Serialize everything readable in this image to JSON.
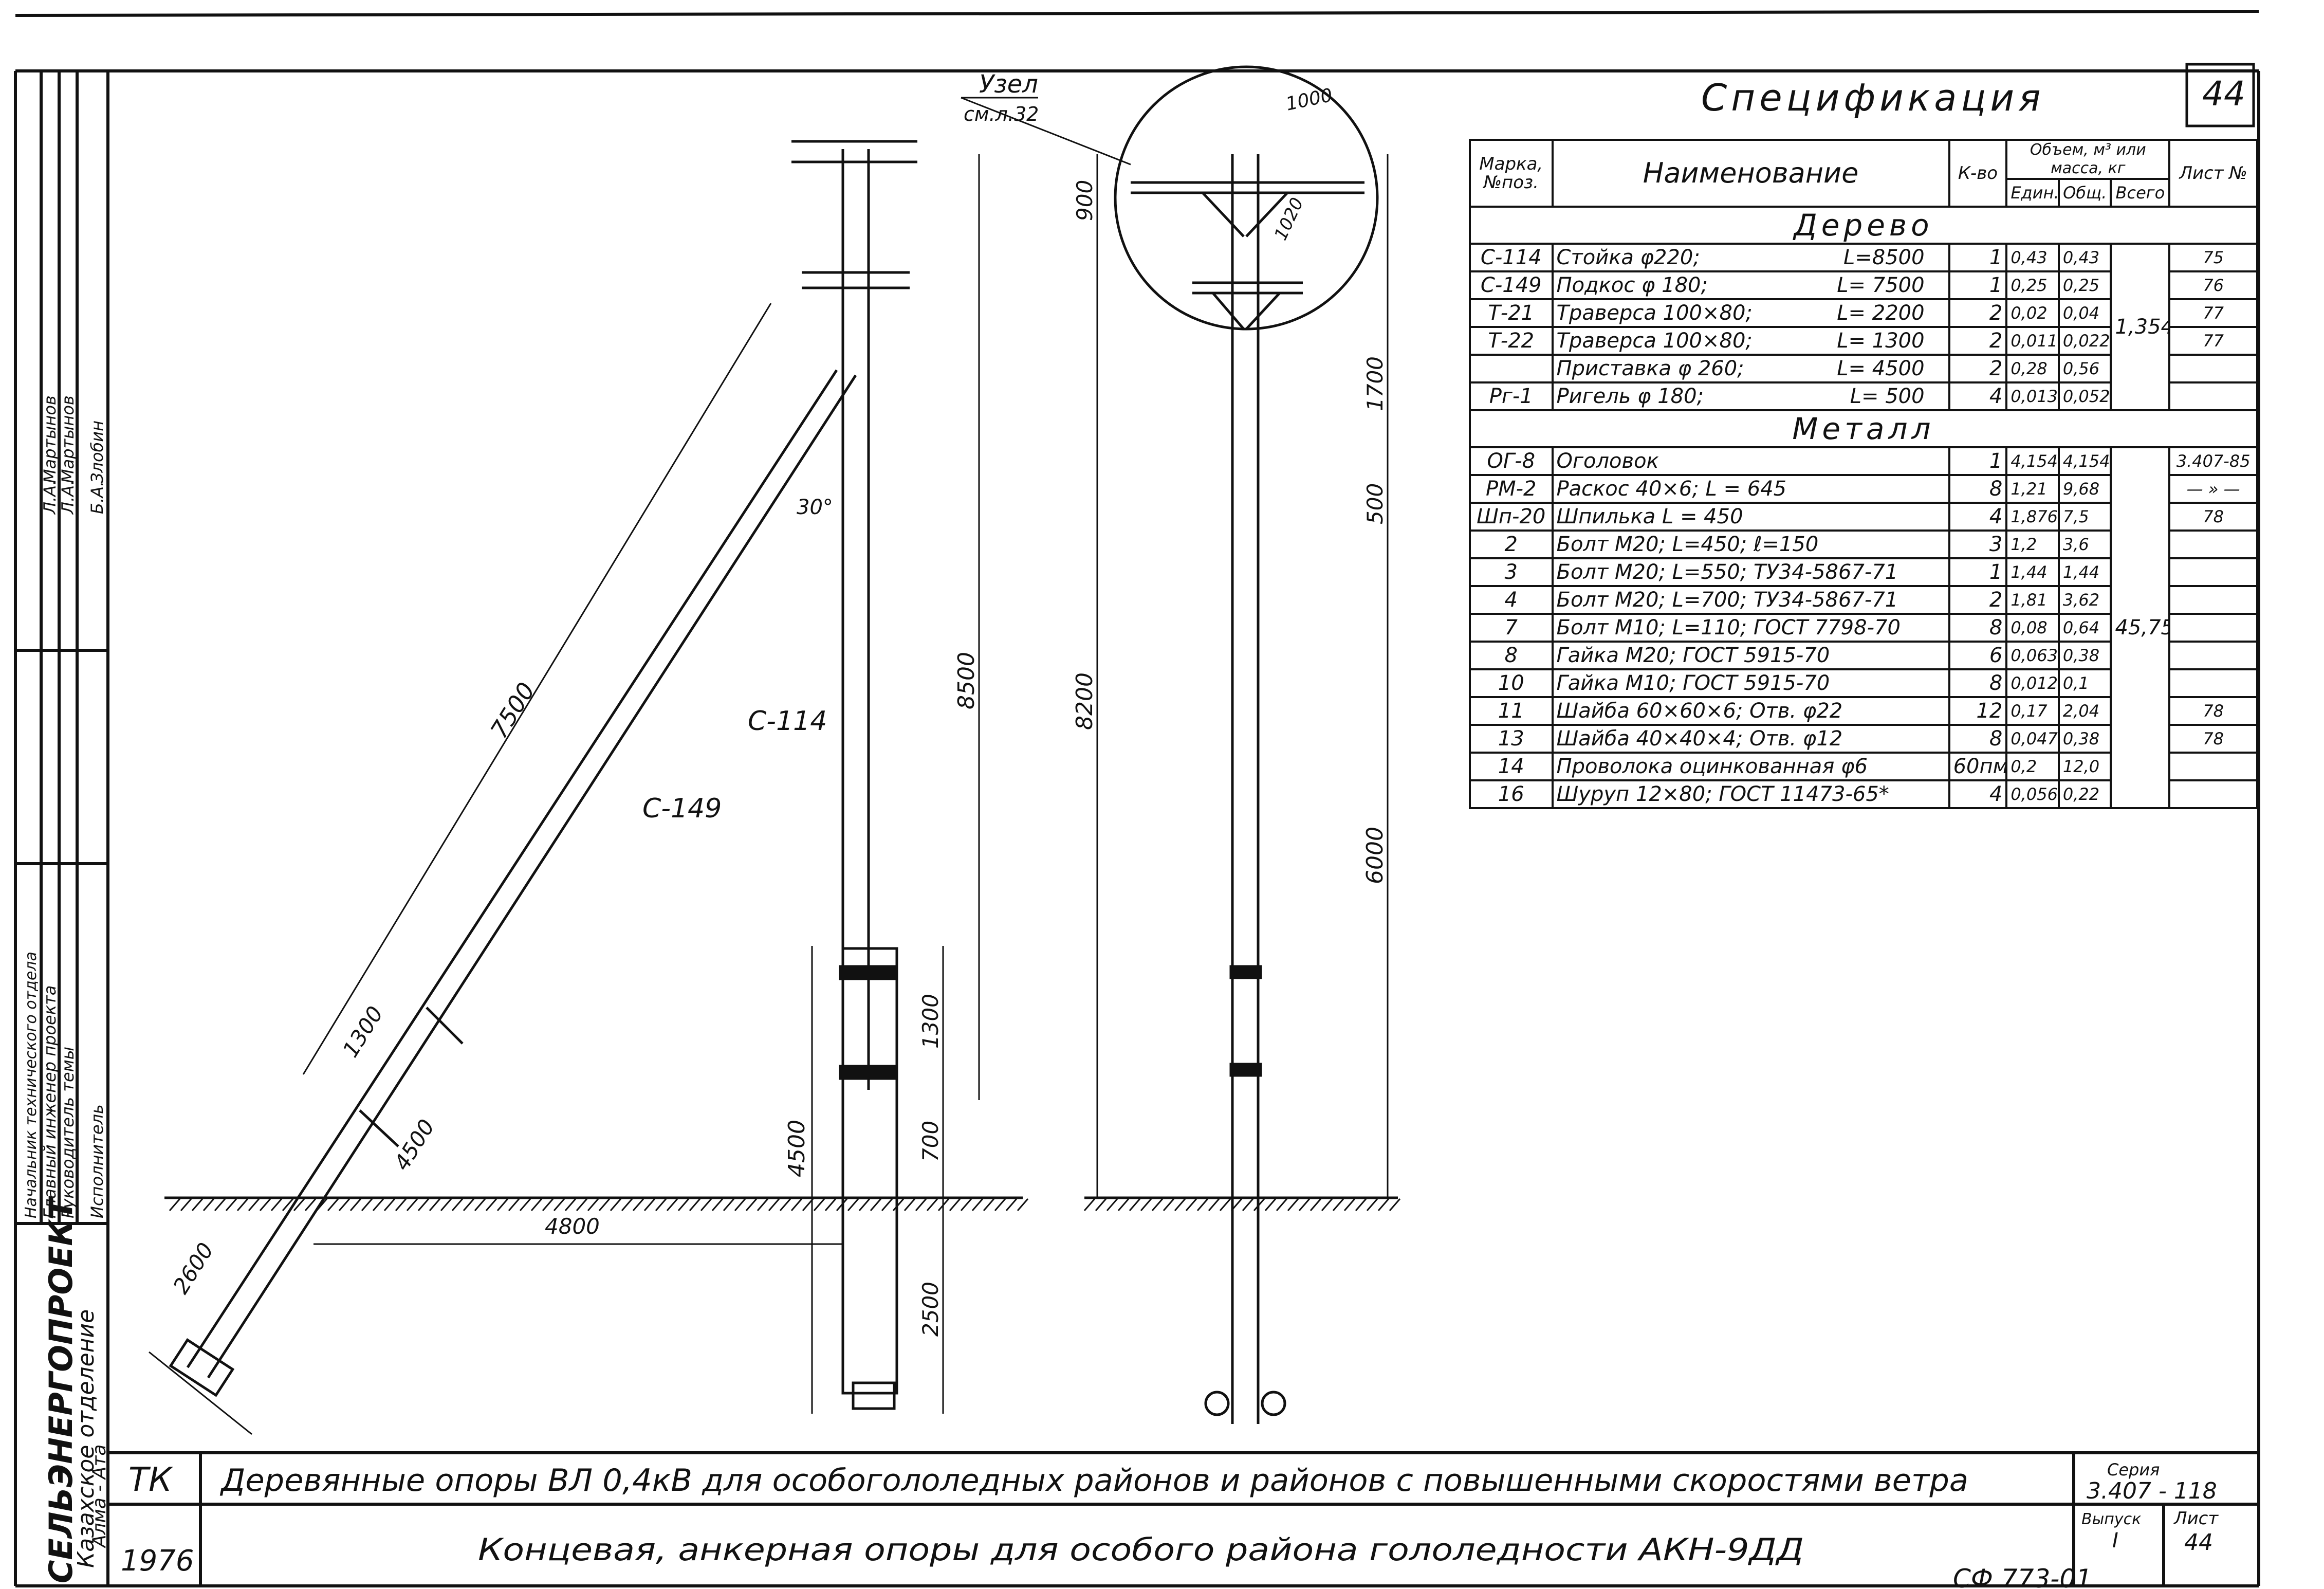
{
  "spec": {
    "title": "Спецификация",
    "sheet_no": "44",
    "headers": {
      "mark": "Марка, №поз.",
      "name": "Наименование",
      "qty": "К-во",
      "vol": "Объем, м³ или масса, кг",
      "unit": "Един.",
      "total": "Общ.",
      "all": "Всего",
      "sheet": "Лист №"
    },
    "wood_title": "Дерево",
    "wood_total": "1,354",
    "wood_rows": [
      {
        "mark": "С-114",
        "name": "Стойка φ220;",
        "len": "L=8500",
        "qty": "1",
        "unit": "0,43",
        "total": "0,43",
        "sheet": "75"
      },
      {
        "mark": "С-149",
        "name": "Подкос φ 180;",
        "len": "L= 7500",
        "qty": "1",
        "unit": "0,25",
        "total": "0,25",
        "sheet": "76"
      },
      {
        "mark": "Т-21",
        "name": "Траверса 100×80;",
        "len": "L= 2200",
        "qty": "2",
        "unit": "0,02",
        "total": "0,04",
        "sheet": "77"
      },
      {
        "mark": "Т-22",
        "name": "Траверса 100×80;",
        "len": "L= 1300",
        "qty": "2",
        "unit": "0,011",
        "total": "0,022",
        "sheet": "77"
      },
      {
        "mark": "",
        "name": "Приставка φ 260;",
        "len": "L= 4500",
        "qty": "2",
        "unit": "0,28",
        "total": "0,56",
        "sheet": ""
      },
      {
        "mark": "Рг-1",
        "name": "Ригель φ 180;",
        "len": "L= 500",
        "qty": "4",
        "unit": "0,013",
        "total": "0,052",
        "sheet": ""
      }
    ],
    "metal_title": "Металл",
    "metal_total": "45,75",
    "metal_rows": [
      {
        "mark": "ОГ-8",
        "name": "Оголовок",
        "qty": "1",
        "unit": "4,154",
        "total": "4,154",
        "sheet": "3.407-85"
      },
      {
        "mark": "РМ-2",
        "name": "Раскос 40×6;   L = 645",
        "qty": "8",
        "unit": "1,21",
        "total": "9,68",
        "sheet": "— » —"
      },
      {
        "mark": "Шп-20",
        "name": "Шпилька       L = 450",
        "qty": "4",
        "unit": "1,876",
        "total": "7,5",
        "sheet": "78"
      },
      {
        "mark": "2",
        "name": "Болт М20; L=450; ℓ=150",
        "qty": "3",
        "unit": "1,2",
        "total": "3,6",
        "sheet": ""
      },
      {
        "mark": "3",
        "name": "Болт М20; L=550; ТУ34-5867-71",
        "qty": "1",
        "unit": "1,44",
        "total": "1,44",
        "sheet": ""
      },
      {
        "mark": "4",
        "name": "Болт М20; L=700; ТУ34-5867-71",
        "qty": "2",
        "unit": "1,81",
        "total": "3,62",
        "sheet": ""
      },
      {
        "mark": "7",
        "name": "Болт М10; L=110; ГОСТ 7798-70",
        "qty": "8",
        "unit": "0,08",
        "total": "0,64",
        "sheet": ""
      },
      {
        "mark": "8",
        "name": "Гайка М20; ГОСТ 5915-70",
        "qty": "6",
        "unit": "0,063",
        "total": "0,38",
        "sheet": ""
      },
      {
        "mark": "10",
        "name": "Гайка М10; ГОСТ 5915-70",
        "qty": "8",
        "unit": "0,012",
        "total": "0,1",
        "sheet": ""
      },
      {
        "mark": "11",
        "name": "Шайба 60×60×6; Отв. φ22",
        "qty": "12",
        "unit": "0,17",
        "total": "2,04",
        "sheet": "78"
      },
      {
        "mark": "13",
        "name": "Шайба 40×40×4;  Отв. φ12",
        "qty": "8",
        "unit": "0,047",
        "total": "0,38",
        "sheet": "78"
      },
      {
        "mark": "14",
        "name": "Проволока оцинкованная φ6",
        "qty": "60пм",
        "unit": "0,2",
        "total": "12,0",
        "sheet": ""
      },
      {
        "mark": "16",
        "name": "Шуруп 12×80; ГОСТ 11473-65*",
        "qty": "4",
        "unit": "0,056",
        "total": "0,22",
        "sheet": ""
      }
    ]
  },
  "drawing": {
    "node_label": "Узел",
    "node_ref": "см.л.32",
    "strut_label": "С-149",
    "post_label": "С-114",
    "angle": "30°",
    "dims": {
      "d7500": "7500",
      "d1300a": "1300",
      "d4500a": "4500",
      "d2600": "2600",
      "d4800": "4800",
      "d8500": "8500",
      "d1300b": "1300",
      "d700": "700",
      "d4500b": "4500",
      "d2500": "2500",
      "d900": "900",
      "d1700": "1700",
      "d500": "500",
      "d8200": "8200",
      "d6000": "6000",
      "d1000": "1000",
      "d1020": "1020"
    }
  },
  "side_stamp": {
    "org": "СЕЛЬЭНЕРГОПРОЕКТ",
    "dept": "Казахское отделение",
    "city": "Алма - Ата",
    "roles": [
      "Начальник технического отдела",
      "Главный инженер проекта",
      "Руководитель темы",
      "Исполнитель"
    ],
    "names": [
      "Мартынов",
      "Мартынов",
      "Злобин"
    ],
    "initials": [
      "Л.А.",
      "Л.А.",
      "Б.А."
    ]
  },
  "title_block": {
    "tk": "ТК",
    "year": "1976",
    "title1": "Деревянные опоры ВЛ 0,4кВ для особогололедных районов и районов с повышенными скоростями ветра",
    "title2": "Концевая, анкерная опоры для особого района гололедности АКН-9ДД",
    "series_label": "Серия",
    "series": "3.407 - 118",
    "issue_label": "Выпуск",
    "issue": "I",
    "sheet_label": "Лист",
    "sheet": "44"
  },
  "corner_code": "СФ 773-01"
}
